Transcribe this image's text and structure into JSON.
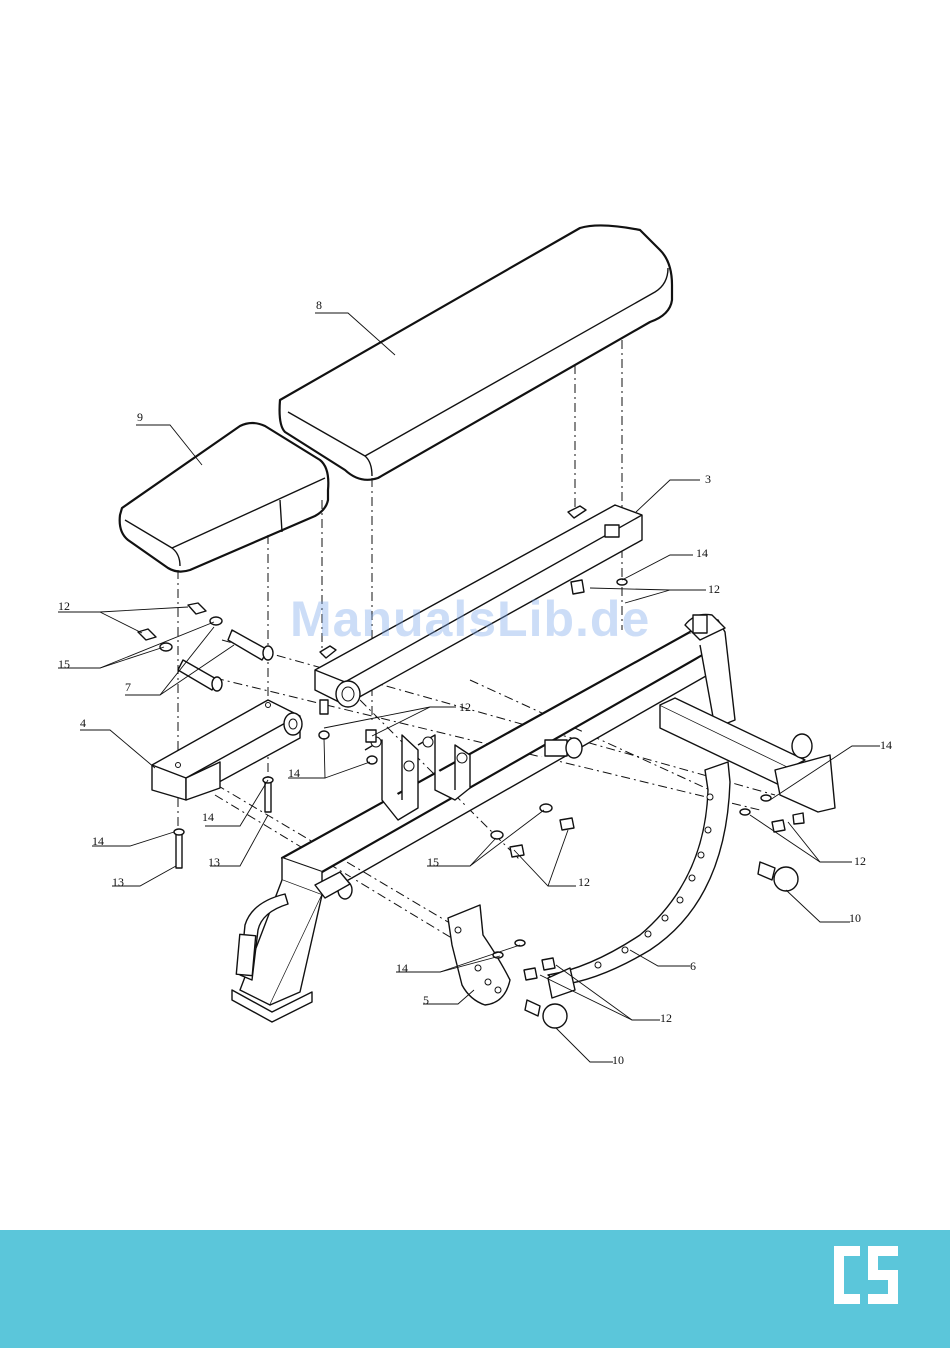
{
  "parts": [
    {
      "id": "8",
      "label": "8"
    },
    {
      "id": "9",
      "label": "9"
    },
    {
      "id": "3",
      "label": "3"
    },
    {
      "id": "14a",
      "label": "14"
    },
    {
      "id": "12a",
      "label": "12"
    },
    {
      "id": "12b",
      "label": "12"
    },
    {
      "id": "15a",
      "label": "15"
    },
    {
      "id": "7",
      "label": "7"
    },
    {
      "id": "12c",
      "label": "12"
    },
    {
      "id": "4",
      "label": "4"
    },
    {
      "id": "14b",
      "label": "14"
    },
    {
      "id": "14c",
      "label": "14"
    },
    {
      "id": "14d",
      "label": "14"
    },
    {
      "id": "13a",
      "label": "13"
    },
    {
      "id": "13b",
      "label": "13"
    },
    {
      "id": "15b",
      "label": "15"
    },
    {
      "id": "12d",
      "label": "12"
    },
    {
      "id": "14e",
      "label": "14"
    },
    {
      "id": "12e",
      "label": "12"
    },
    {
      "id": "10a",
      "label": "10"
    },
    {
      "id": "6",
      "label": "6"
    },
    {
      "id": "14f",
      "label": "14"
    },
    {
      "id": "5",
      "label": "5"
    },
    {
      "id": "12f",
      "label": "12"
    },
    {
      "id": "10b",
      "label": "10"
    }
  ],
  "watermark": "ManualsLib.de",
  "footer": {
    "logo": "CS",
    "color": "#5bc6da"
  }
}
